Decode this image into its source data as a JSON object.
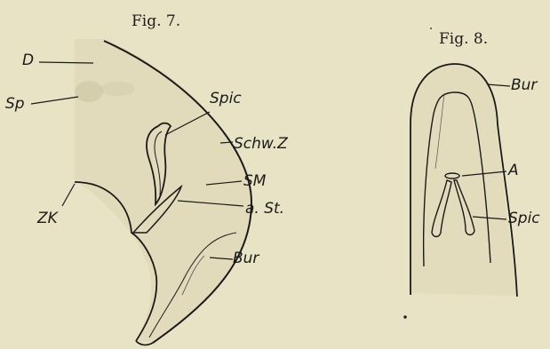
{
  "figure7": {
    "title": "Fig. 7.",
    "labels": {
      "D": "D",
      "Sp": "Sp",
      "Spic": "Spic",
      "SchwZ": "Schw.Z",
      "SM": "SM",
      "aSt": "a. St.",
      "ZK": "ZK",
      "Bur": "Bur"
    }
  },
  "figure8": {
    "title": "Fig. 8.",
    "labels": {
      "Bur": "Bur",
      "A": "A",
      "Spic": "Spic"
    }
  },
  "colors": {
    "background": "#e8e3c4",
    "ink": "#1a1a1a",
    "body_tint": "#ddd6b4"
  }
}
